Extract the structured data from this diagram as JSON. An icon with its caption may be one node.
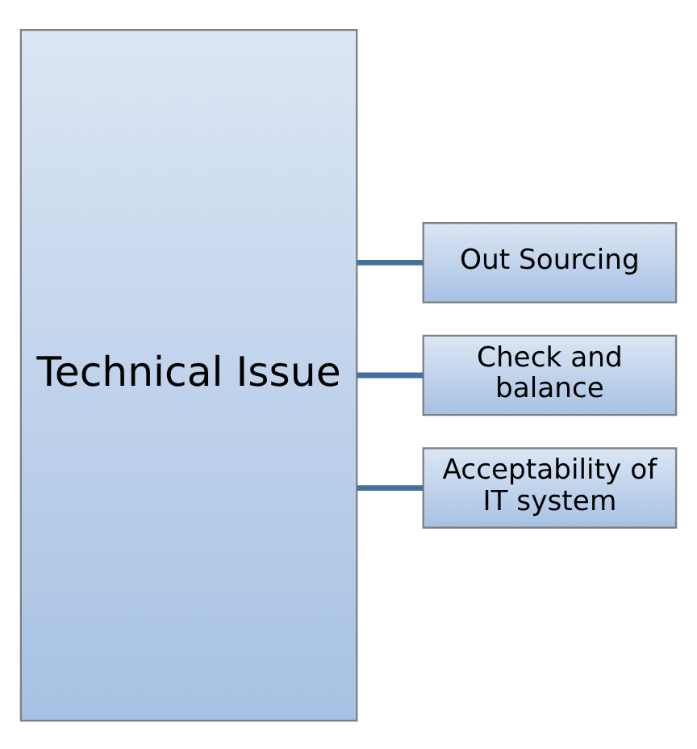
{
  "diagram": {
    "nodes": [
      {
        "text": [
          "Technical Issue"
        ]
      },
      {
        "text": [
          "Out Sourcing"
        ]
      },
      {
        "text": [
          "Check and balance"
        ]
      },
      {
        "text": [
          "Acceptability of IT system"
        ]
      }
    ],
    "edges": [
      {
        "from": 0,
        "to": 1,
        "arrow": "none"
      },
      {
        "from": 0,
        "to": 2,
        "arrow": "none"
      },
      {
        "from": 0,
        "to": 3,
        "arrow": "none"
      }
    ]
  }
}
